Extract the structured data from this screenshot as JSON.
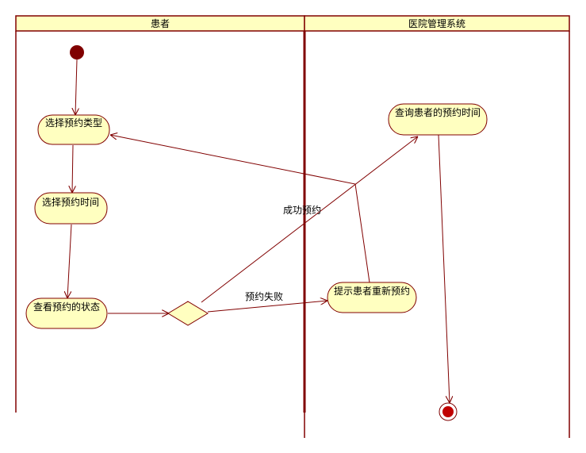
{
  "lanes": [
    {
      "title": "患者"
    },
    {
      "title": "医院管理系统"
    }
  ],
  "nodes": {
    "select_type": {
      "label": "选择预约类型"
    },
    "select_time": {
      "label": "选择预约时间"
    },
    "view_status": {
      "label": "查看预约的状态"
    },
    "prompt_rebook": {
      "label": "提示患者重新预约"
    },
    "query_time": {
      "label": "查询患者的预约时间"
    }
  },
  "edges": {
    "success": {
      "label": "成功预约"
    },
    "fail": {
      "label": "预约失败"
    }
  },
  "colors": {
    "lane_header_bg": "#FFFFC0",
    "lane_border": "#800000",
    "node_fill": "#FFFFC0",
    "node_stroke": "#800000",
    "edge": "#800000",
    "start": "#800000",
    "text": "#000000"
  }
}
